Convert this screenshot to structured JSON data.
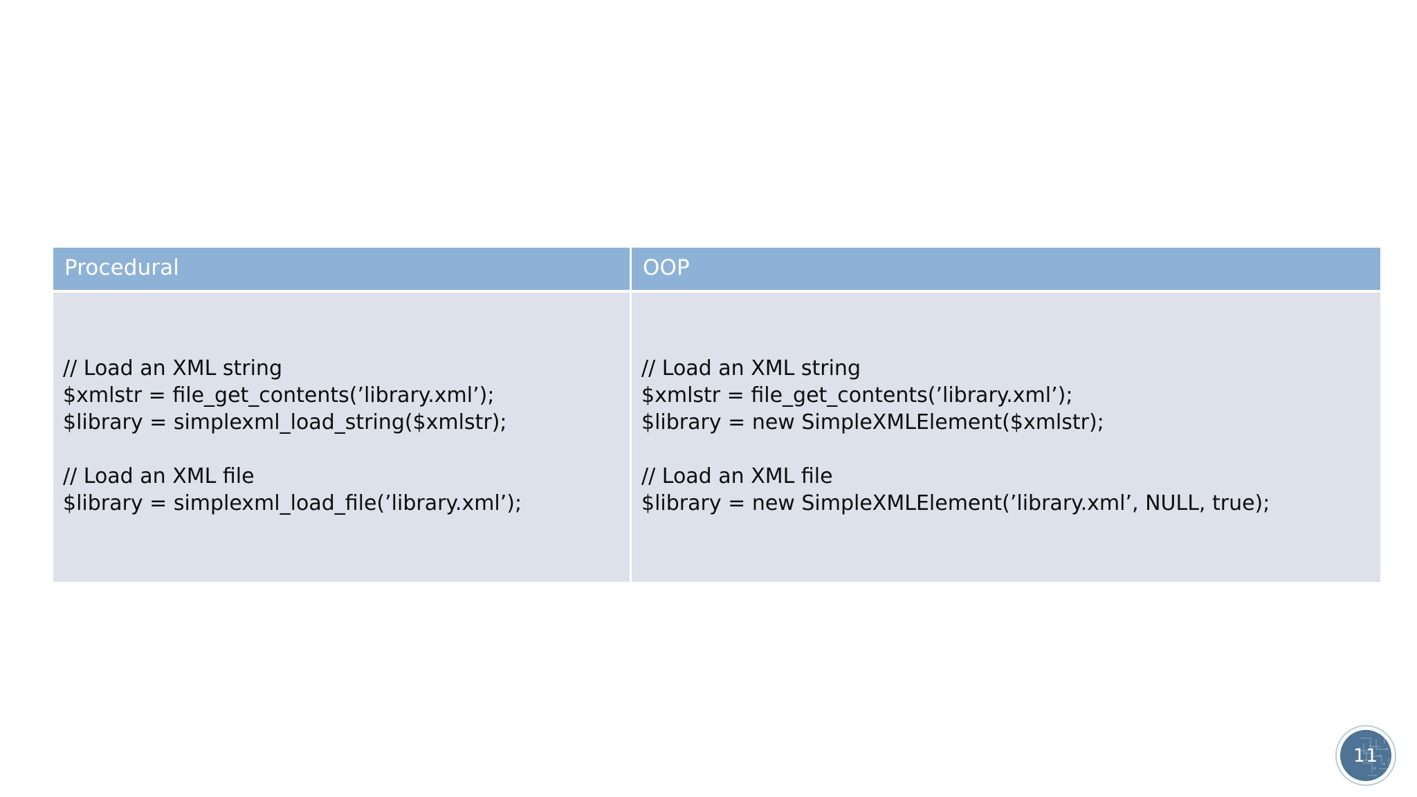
{
  "slide": {
    "number_badge": "11",
    "background_color": "#ffffff"
  },
  "table": {
    "header_background": "#8db2d6",
    "header_text_color": "#ffffff",
    "body_background": "#dce1ea",
    "body_text_color": "#0d0d0d",
    "divider_color": "#ffffff",
    "columns": [
      {
        "header": "Procedural",
        "code": "// Load an XML string\n$xmlstr = file_get_contents(’library.xml’);\n$library = simplexml_load_string($xmlstr);\n\n// Load an XML file\n$library = simplexml_load_file(’library.xml’);"
      },
      {
        "header": "OOP",
        "code": "// Load an XML string\n$xmlstr = file_get_contents(’library.xml’);\n$library = new SimpleXMLElement($xmlstr);\n\n// Load an XML file\n$library = new SimpleXMLElement(’library.xml’, NULL, true);"
      }
    ]
  }
}
